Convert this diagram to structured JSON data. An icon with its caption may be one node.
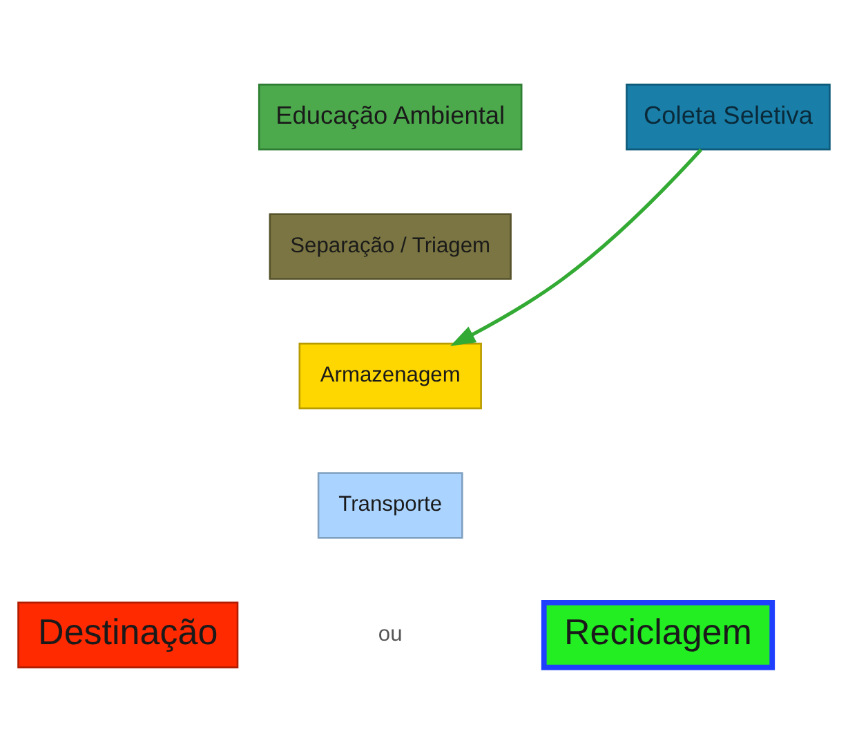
{
  "diagram": {
    "nodes": [
      {
        "text": [
          "Educação Ambiental"
        ]
      },
      {
        "text": [
          "Coleta Seletiva"
        ]
      },
      {
        "text": [
          "Separação / Triagem"
        ]
      },
      {
        "text": [
          "Armazenagem"
        ]
      },
      {
        "text": [
          "Transporte"
        ]
      },
      {
        "text": [
          "Destinação"
        ]
      },
      {
        "text": [
          "Reciclagem"
        ]
      }
    ],
    "edges": [
      {
        "from": 1,
        "to": 3,
        "arrow": "to",
        "color": "#33aa33"
      }
    ],
    "labels": [
      "ou"
    ]
  }
}
